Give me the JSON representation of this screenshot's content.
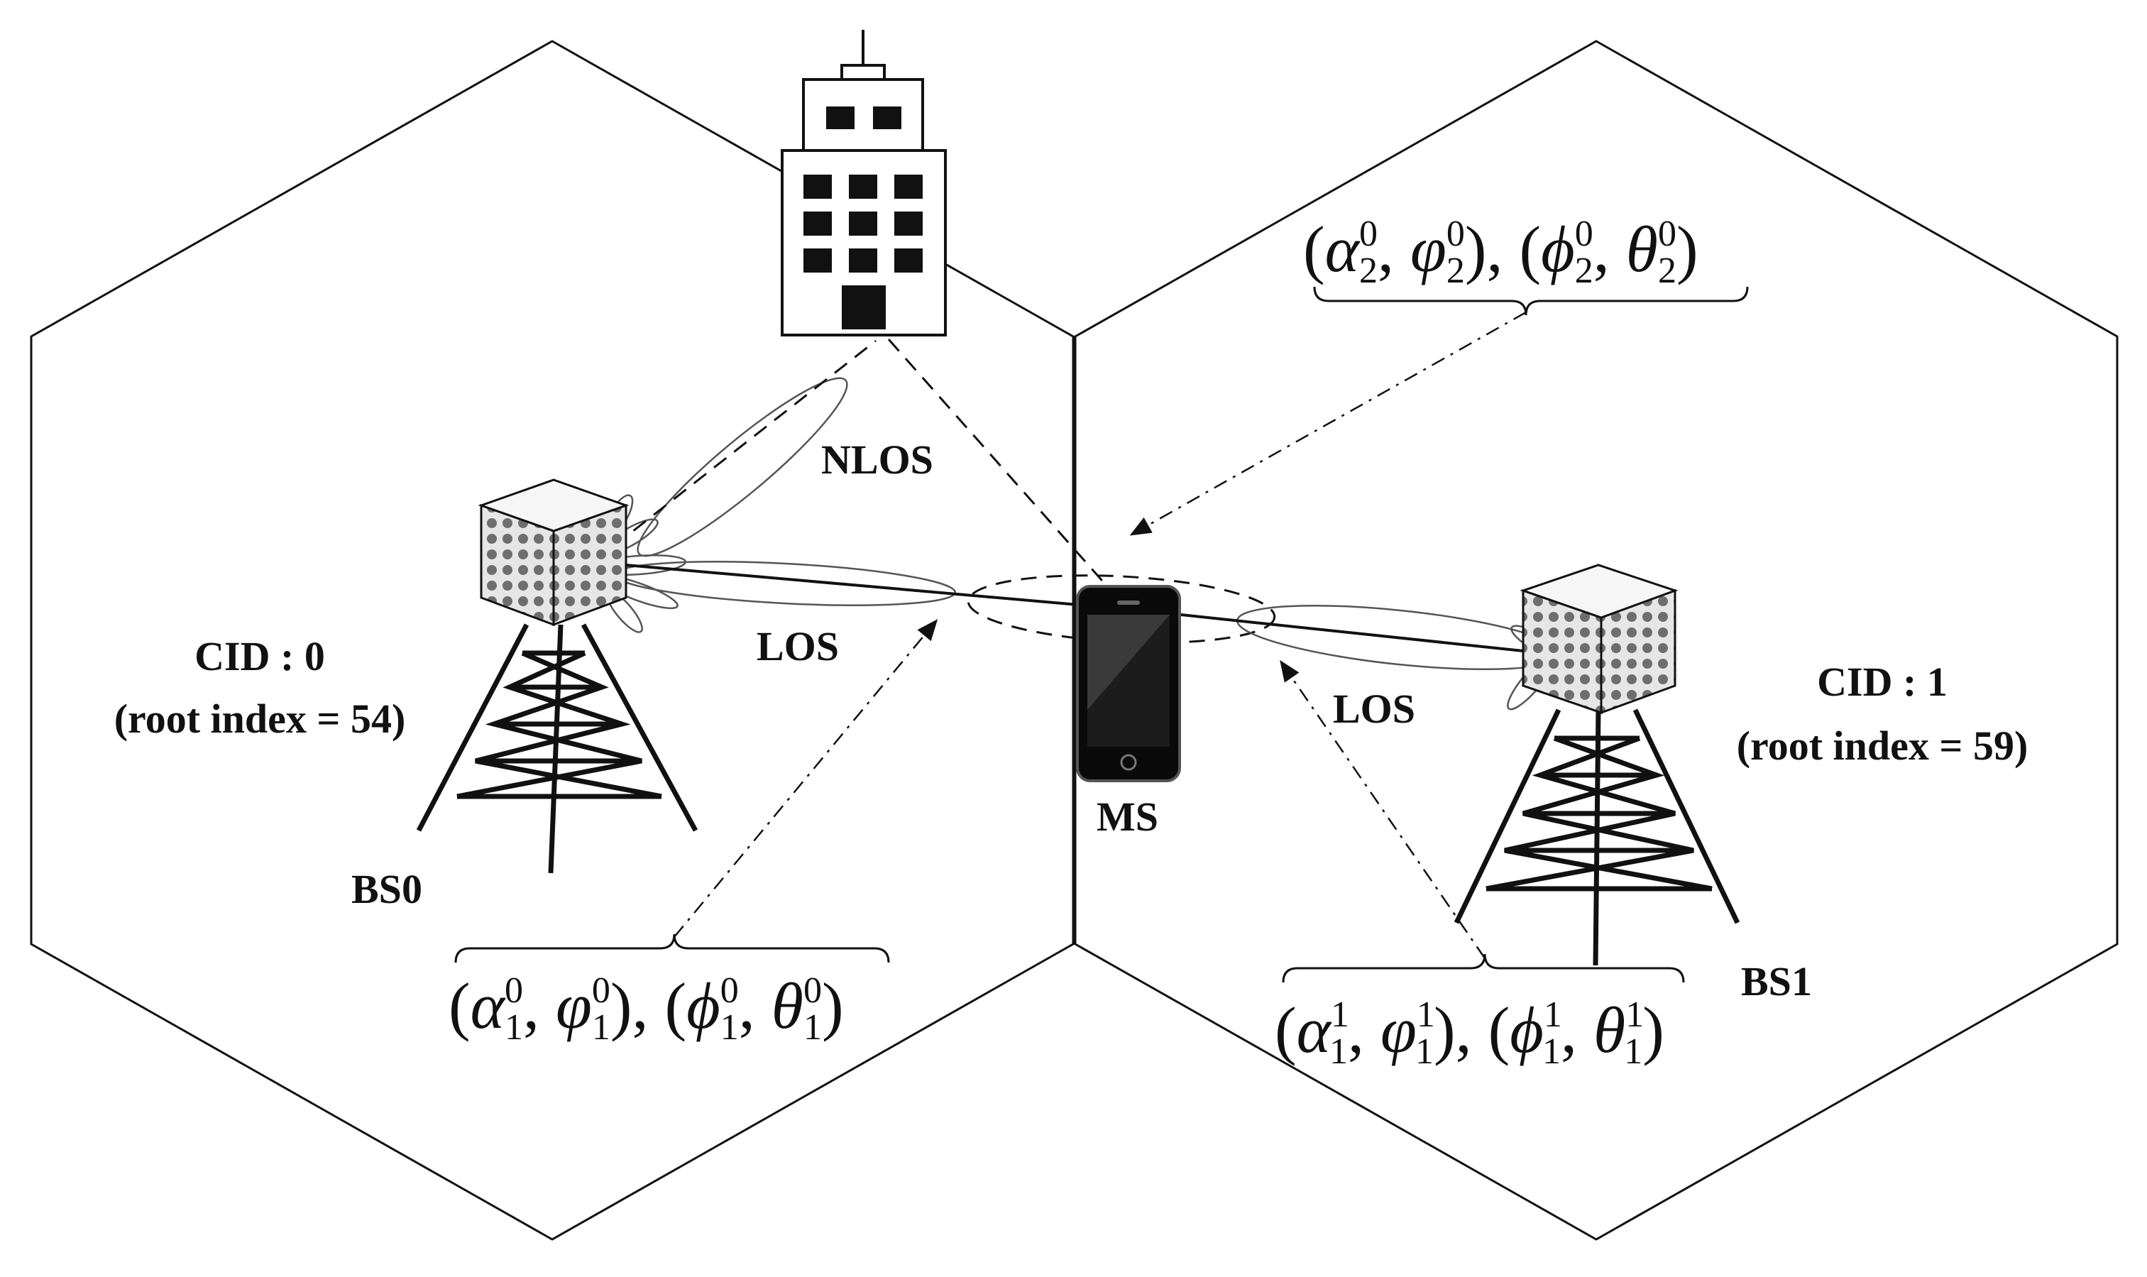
{
  "labels": {
    "nlos": "NLOS",
    "los_left": "LOS",
    "los_right": "LOS",
    "ms": "MS",
    "bs0": "BS0",
    "bs1": "BS1",
    "cid0": "CID : 0",
    "cid0_root": "(root index = 54)",
    "cid1": "CID : 1",
    "cid1_root": "(root index = 59)"
  },
  "params": {
    "top": {
      "a": "α",
      "a_sub": "2",
      "a_sup": "0",
      "p": "φ",
      "p_sub": "2",
      "p_sup": "0",
      "f": "ϕ",
      "f_sub": "2",
      "f_sup": "0",
      "t": "θ",
      "t_sub": "2",
      "t_sup": "0"
    },
    "left": {
      "a": "α",
      "a_sub": "1",
      "a_sup": "0",
      "p": "φ",
      "p_sub": "1",
      "p_sup": "0",
      "f": "ϕ",
      "f_sub": "1",
      "f_sup": "0",
      "t": "θ",
      "t_sub": "1",
      "t_sup": "0"
    },
    "right": {
      "a": "α",
      "a_sub": "1",
      "a_sup": "1",
      "p": "φ",
      "p_sub": "1",
      "p_sup": "1",
      "f": "ϕ",
      "f_sub": "1",
      "f_sup": "1",
      "t": "θ",
      "t_sub": "1",
      "t_sup": "1"
    }
  },
  "colors": {
    "line": "#111111",
    "lobe": "#555555",
    "panel_face": "#e6e6e6",
    "panel_dot": "#6e6e6e",
    "phone_body": "#0a0a0a"
  },
  "icons": [
    "building-icon",
    "base-station-icon",
    "mobile-phone-icon"
  ]
}
